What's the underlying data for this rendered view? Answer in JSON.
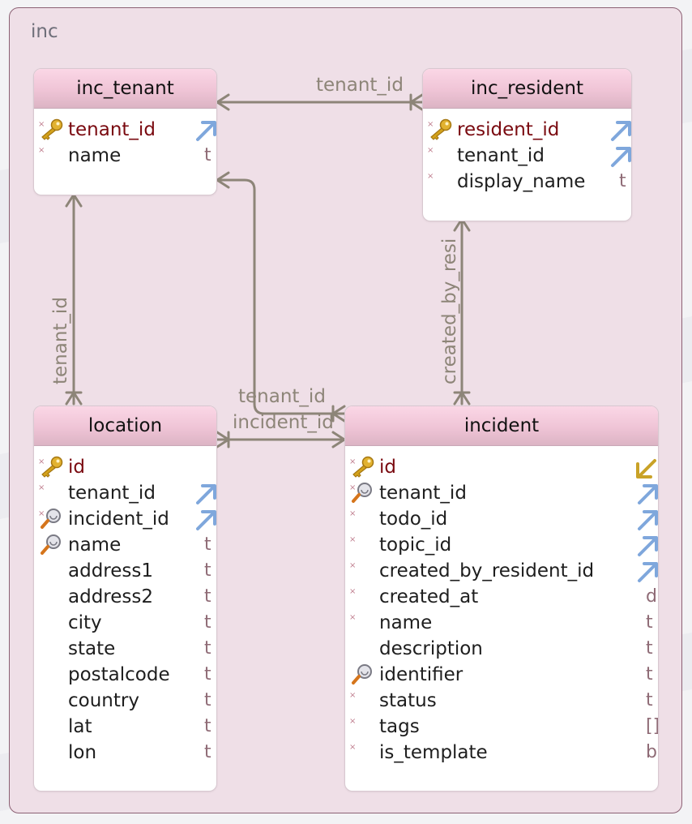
{
  "schema": {
    "name": "inc"
  },
  "tables": {
    "inc_tenant": {
      "title": "inc_tenant",
      "columns": [
        {
          "name": "tenant_id",
          "type": "",
          "pk": true,
          "fk": true,
          "req": true
        },
        {
          "name": "name",
          "type": "t",
          "req": true
        }
      ]
    },
    "inc_resident": {
      "title": "inc_resident",
      "columns": [
        {
          "name": "resident_id",
          "type": "",
          "pk": true,
          "fk": true,
          "req": true
        },
        {
          "name": "tenant_id",
          "type": "",
          "fk": true,
          "req": true
        },
        {
          "name": "display_name",
          "type": "t",
          "req": true
        }
      ]
    },
    "location": {
      "title": "location",
      "columns": [
        {
          "name": "id",
          "type": "",
          "pk": true,
          "req": true
        },
        {
          "name": "tenant_id",
          "type": "",
          "fk": true,
          "req": true
        },
        {
          "name": "incident_id",
          "type": "",
          "fk": true,
          "req": true,
          "idx": true
        },
        {
          "name": "name",
          "type": "t",
          "idx": true
        },
        {
          "name": "address1",
          "type": "t"
        },
        {
          "name": "address2",
          "type": "t"
        },
        {
          "name": "city",
          "type": "t"
        },
        {
          "name": "state",
          "type": "t"
        },
        {
          "name": "postalcode",
          "type": "t"
        },
        {
          "name": "country",
          "type": "t"
        },
        {
          "name": "lat",
          "type": "t"
        },
        {
          "name": "lon",
          "type": "t"
        }
      ]
    },
    "incident": {
      "title": "incident",
      "columns": [
        {
          "name": "id",
          "type": "",
          "pk": true,
          "req": true,
          "ref": true
        },
        {
          "name": "tenant_id",
          "type": "",
          "fk": true,
          "req": true,
          "idx": true
        },
        {
          "name": "todo_id",
          "type": "",
          "fk": true,
          "req": true
        },
        {
          "name": "topic_id",
          "type": "",
          "fk": true,
          "req": true
        },
        {
          "name": "created_by_resident_id",
          "type": "",
          "fk": true,
          "req": true
        },
        {
          "name": "created_at",
          "type": "d",
          "req": true
        },
        {
          "name": "name",
          "type": "t",
          "req": true
        },
        {
          "name": "description",
          "type": "t"
        },
        {
          "name": "identifier",
          "type": "t",
          "idx": true
        },
        {
          "name": "status",
          "type": "t",
          "req": true
        },
        {
          "name": "tags",
          "type": "[]",
          "req": true
        },
        {
          "name": "is_template",
          "type": "b",
          "req": true
        }
      ]
    }
  },
  "relations": {
    "resident_tenant": "tenant_id",
    "location_tenant": "tenant_id",
    "incident_tenant": "tenant_id",
    "location_incident": "incident_id",
    "incident_resident": "created_by_resi"
  },
  "colors": {
    "line": "#8d8578",
    "fk_arrow": "#7fa7dc",
    "ref_arrow": "#c9a227",
    "key": "#d4a21a"
  }
}
